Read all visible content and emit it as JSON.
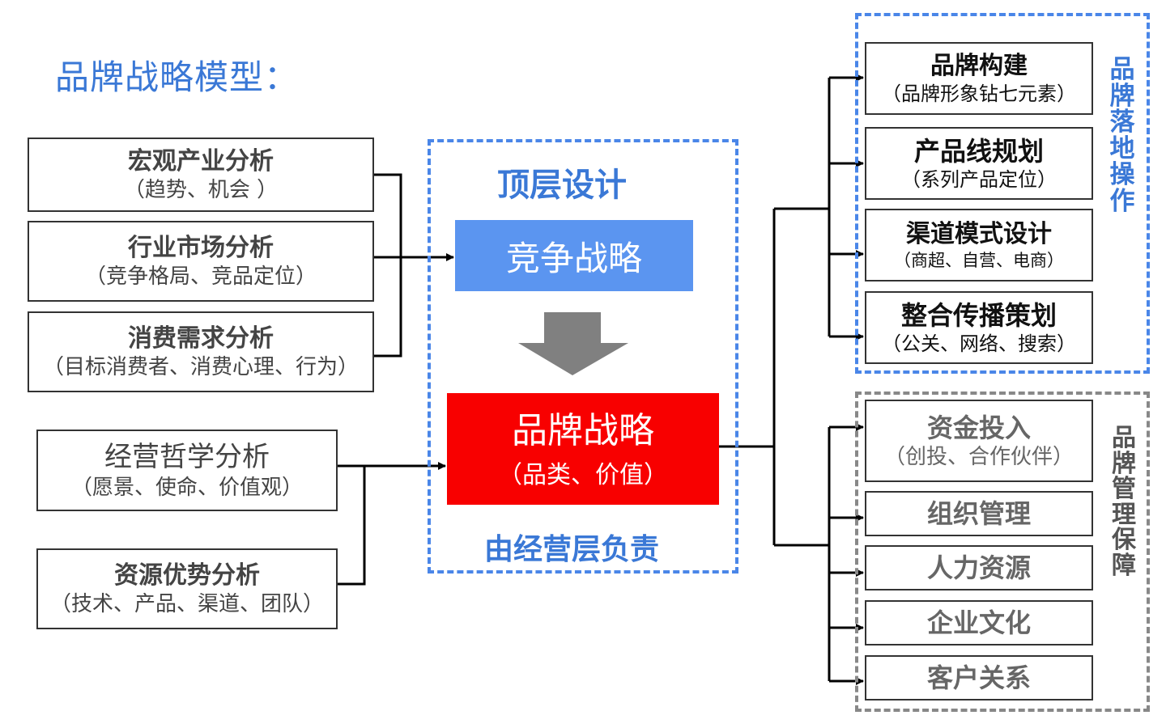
{
  "title": "品牌战略模型：",
  "left_groups": {
    "market": [
      {
        "main": "宏观产业分析",
        "sub": "（趋势、机会  ）"
      },
      {
        "main": "行业市场分析",
        "sub": "（竞争格局、竞品定位）"
      },
      {
        "main": "消费需求分析",
        "sub": "（目标消费者、消费心理、行为）"
      }
    ],
    "internal": [
      {
        "main": "经营哲学分析",
        "sub": "（愿景、使命、价值观）"
      },
      {
        "main": "资源优势分析",
        "sub": "（技术、产品、渠道、团队）"
      }
    ]
  },
  "center": {
    "top_label": "顶层设计",
    "competitive_strategy": "竞争战略",
    "brand_strategy": {
      "main": "品牌战略",
      "sub": "（品类、价值）"
    },
    "bottom_label": "由经营层负责"
  },
  "right_top": {
    "side_label": "品牌落地操作",
    "items": [
      {
        "main": "品牌构建",
        "sub": "（品牌形象钻七元素）"
      },
      {
        "main": "产品线规划",
        "sub": "（系列产品定位）"
      },
      {
        "main": "渠道模式设计",
        "sub": "（商超、自营、电商）"
      },
      {
        "main": "整合传播策划",
        "sub": "（公关、网络、搜索）"
      }
    ]
  },
  "right_bottom": {
    "side_label": "品牌管理保障",
    "items": [
      {
        "main": "资金投入",
        "sub": "（创投、合作伙伴）"
      },
      {
        "main": "组织管理"
      },
      {
        "main": "人力资源"
      },
      {
        "main": "企业文化"
      },
      {
        "main": "客户关系"
      }
    ]
  },
  "colors": {
    "accent_blue": "#3a78d6",
    "dash_blue": "#4a86e8",
    "competitive_fill": "#5b95f0",
    "brand_fill": "#f80000",
    "arrow_grey": "#808080",
    "dash_grey": "#888888"
  }
}
